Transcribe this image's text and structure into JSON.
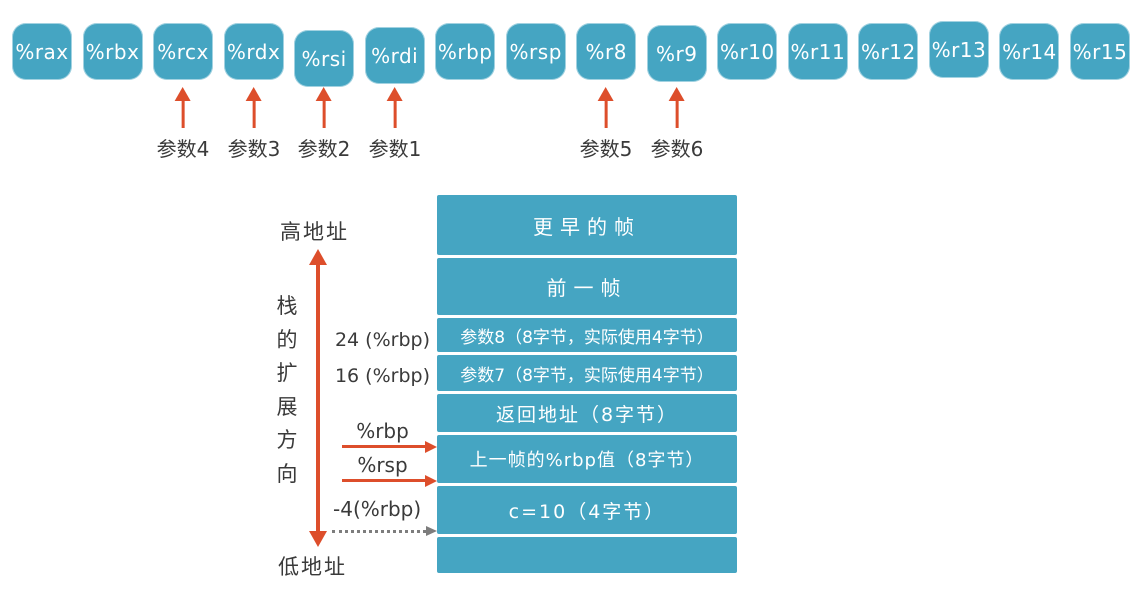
{
  "registers": [
    {
      "name": "%rax"
    },
    {
      "name": "%rbx"
    },
    {
      "name": "%rcx"
    },
    {
      "name": "%rdx"
    },
    {
      "name": "%rsi"
    },
    {
      "name": "%rdi"
    },
    {
      "name": "%rbp"
    },
    {
      "name": "%rsp"
    },
    {
      "name": "%r8"
    },
    {
      "name": "%r9"
    },
    {
      "name": "%r10"
    },
    {
      "name": "%r11"
    },
    {
      "name": "%r12"
    },
    {
      "name": "%r13"
    },
    {
      "name": "%r14"
    },
    {
      "name": "%r15"
    }
  ],
  "param_annotations": [
    {
      "label": "参数4",
      "register": "%rcx"
    },
    {
      "label": "参数3",
      "register": "%rdx"
    },
    {
      "label": "参数2",
      "register": "%rsi"
    },
    {
      "label": "参数1",
      "register": "%rdi"
    },
    {
      "label": "参数5",
      "register": "%r8"
    },
    {
      "label": "参数6",
      "register": "%r9"
    }
  ],
  "stack": {
    "rows": [
      {
        "label": "更早的帧"
      },
      {
        "label": "前一帧"
      },
      {
        "label": "参数8（8字节，实际使用4字节）"
      },
      {
        "label": "参数7（8字节，实际使用4字节）"
      },
      {
        "label": "返回地址（8字节）"
      },
      {
        "label": "上一帧的%rbp值（8字节）"
      },
      {
        "label": "c=10（4字节）"
      },
      {
        "label": ""
      }
    ],
    "annotations": {
      "high_address": "高地址",
      "low_address": "低地址",
      "direction": "栈的扩展方向",
      "offset_24": "24 (%rbp)",
      "offset_16": "16 (%rbp)",
      "rbp": "%rbp",
      "rsp": "%rsp",
      "neg4": "-4(%rbp)"
    }
  },
  "colors": {
    "box_teal": "#45a5c2",
    "arrow_red": "#dd4e2b",
    "arrow_gray": "#7d7d7d",
    "text_dark": "#3a3a3a"
  }
}
